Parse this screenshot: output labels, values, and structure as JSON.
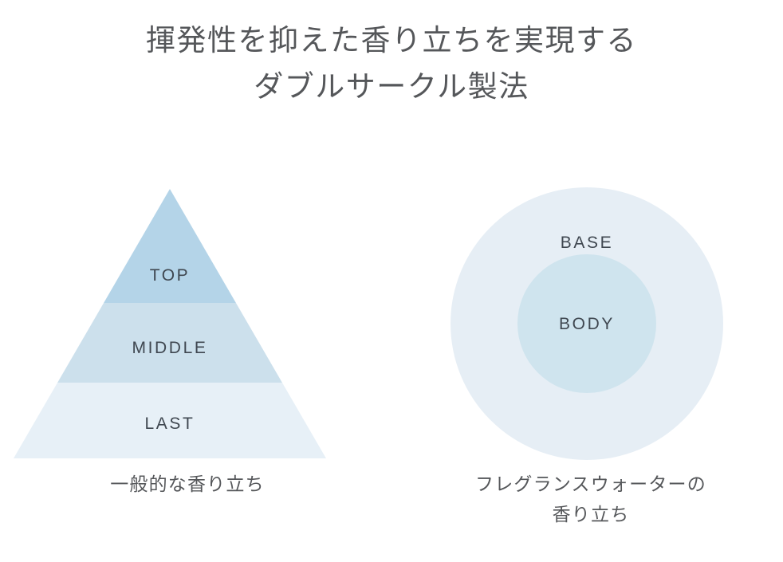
{
  "title": {
    "line1": "揮発性を抑えた香り立ちを実現する",
    "line2": "ダブルサークル製法"
  },
  "colors": {
    "background": "#ffffff",
    "title_text": "#55575a",
    "label_text": "#3f4750",
    "pyramid_top": "#b4d4e8",
    "pyramid_middle": "#cce0ec",
    "pyramid_last": "#e7f0f7",
    "circle_outer": "#e6eef5",
    "circle_inner": "#cfe4ee"
  },
  "left_panel": {
    "diagram_type": "pyramid",
    "bands": [
      {
        "label": "TOP",
        "color": "#b4d4e8"
      },
      {
        "label": "MIDDLE",
        "color": "#cce0ec"
      },
      {
        "label": "LAST",
        "color": "#e7f0f7"
      }
    ],
    "caption": {
      "line1": "一般的な香り立ち",
      "line2": ""
    }
  },
  "right_panel": {
    "diagram_type": "concentric-circles",
    "circles": [
      {
        "label": "BASE",
        "color": "#e6eef5",
        "position": "outer"
      },
      {
        "label": "BODY",
        "color": "#cfe4ee",
        "position": "inner"
      }
    ],
    "caption": {
      "line1": "フレグランスウォーターの",
      "line2": "香り立ち"
    }
  }
}
